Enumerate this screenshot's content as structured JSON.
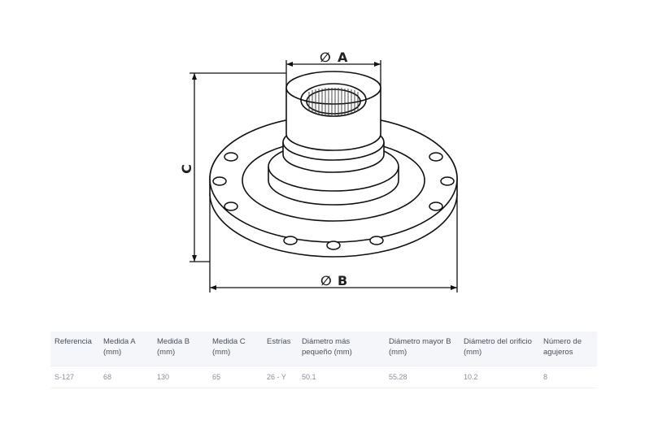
{
  "drawing": {
    "label_a": "A",
    "label_b": "B",
    "label_c": "C",
    "diameter_symbol": "∅"
  },
  "table": {
    "headers": [
      "Referencia",
      "Medida A (mm)",
      "Medida B (mm)",
      "Medida C (mm)",
      "Estrías",
      "Diámetro más pequeño (mm)",
      "Diámetro mayor B (mm)",
      "Diámetro del orificio (mm)",
      "Número de agujeros"
    ],
    "rows": [
      [
        "S-127",
        "68",
        "130",
        "65",
        "26 - Y",
        "50.1",
        "55.28",
        "10.2",
        "8"
      ]
    ]
  }
}
